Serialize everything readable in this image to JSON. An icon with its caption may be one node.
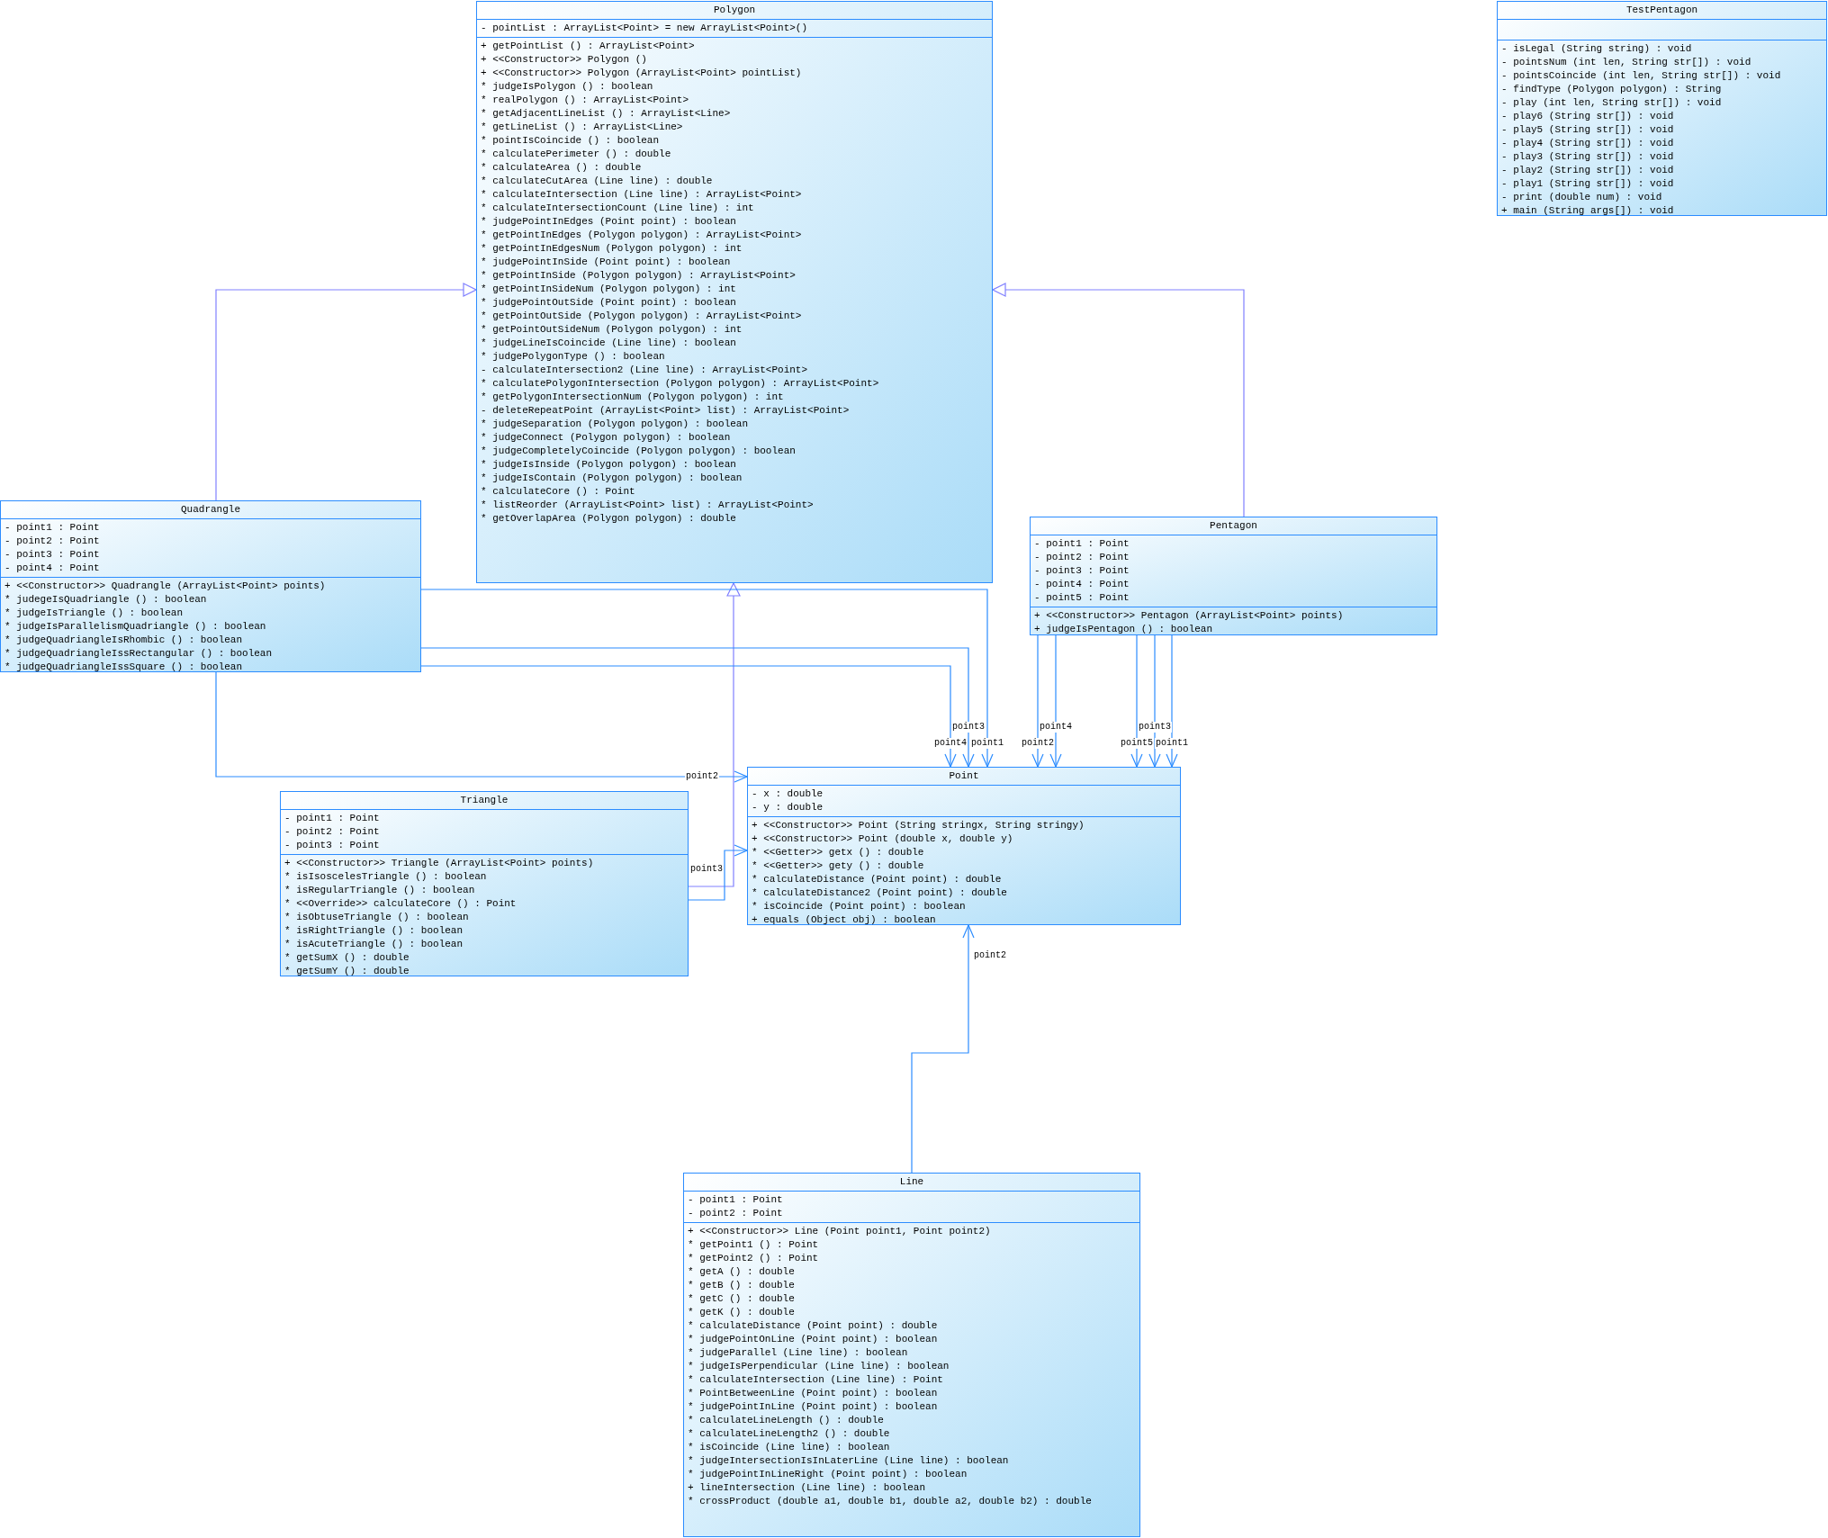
{
  "diagram": {
    "nodes": [
      {
        "text": [
          "Polygon"
        ]
      },
      {
        "text": [
          "- pointList : ArrayList<Point> = new ArrayList<Point>()"
        ],
        "in": 0
      },
      {
        "text": [
          "+ getPointList () : ArrayList<Point>",
          "+ <<Constructor>> Polygon ()",
          "+ <<Constructor>> Polygon (ArrayList<Point> pointList)",
          "* judgeIsPolygon () : boolean",
          "* realPolygon () : ArrayList<Point>",
          "* getAdjacentLineList () : ArrayList<Line>",
          "* getLineList () : ArrayList<Line>",
          "* pointIsCoincide () : boolean",
          "* calculatePerimeter () : double",
          "* calculateArea () : double",
          "* calculateCutArea (Line line) : double",
          "* calculateIntersection (Line line) : ArrayList<Point>",
          "* calculateIntersectionCount (Line line) : int",
          "* judgePointInEdges (Point point) : boolean",
          "* getPointInEdges (Polygon polygon) : ArrayList<Point>",
          "* getPointInEdgesNum (Polygon polygon) : int",
          "* judgePointInSide (Point point) : boolean",
          "* getPointInSide (Polygon polygon) : ArrayList<Point>",
          "* getPointInSideNum (Polygon polygon) : int",
          "* judgePointOutSide (Point point) : boolean",
          "* getPointOutSide (Polygon polygon) : ArrayList<Point>",
          "* getPointOutSideNum (Polygon polygon) : int",
          "* judgeLineIsCoincide (Line line) : boolean",
          "* judgePolygonType () : boolean",
          "- calculateIntersection2 (Line line) : ArrayList<Point>",
          "* calculatePolygonIntersection (Polygon polygon) : ArrayList<Point>",
          "* getPolygonIntersectionNum (Polygon polygon) : int",
          "- deleteRepeatPoint (ArrayList<Point> list) : ArrayList<Point>",
          "* judgeSeparation (Polygon polygon) : boolean",
          "* judgeConnect (Polygon polygon) : boolean",
          "* judgeCompletelyCoincide (Polygon polygon) : boolean",
          "* judgeIsInside (Polygon polygon) : boolean",
          "* judgeIsContain (Polygon polygon) : boolean",
          "* calculateCore () : Point",
          "* listReorder (ArrayList<Point> list) : ArrayList<Point>",
          "* getOverlapArea (Polygon polygon) : double"
        ],
        "in": 0
      },
      {
        "text": [
          "TestPentagon"
        ]
      },
      {
        "text": [],
        "shape": "box",
        "in": 3
      },
      {
        "text": [
          "- isLegal (String string) : void",
          "- pointsNum (int len, String str[]) : void",
          "- pointsCoincide (int len, String str[]) : void",
          "- findType (Polygon polygon) : String",
          "- play (int len, String str[]) : void",
          "- play6 (String str[]) : void",
          "- play5 (String str[]) : void",
          "- play4 (String str[]) : void",
          "- play3 (String str[]) : void",
          "- play2 (String str[]) : void",
          "- play1 (String str[]) : void",
          "- print (double num) : void",
          "+ main (String args[]) : void"
        ],
        "in": 3
      },
      {
        "text": [
          "Quadrangle"
        ]
      },
      {
        "text": [
          "- point1 : Point",
          "- point2 : Point",
          "- point3 : Point",
          "- point4 : Point"
        ],
        "in": 6
      },
      {
        "text": [
          "+ <<Constructor>> Quadrangle (ArrayList<Point> points)",
          "* judegeIsQuadriangle () : boolean",
          "* judgeIsTriangle () : boolean",
          "* judgeIsParallelismQuadriangle () : boolean",
          "* judgeQuadriangleIsRhombic () : boolean",
          "* judgeQuadriangleIssRectangular () : boolean",
          "* judgeQuadriangleIssSquare () : boolean"
        ],
        "in": 6
      },
      {
        "text": [
          "Pentagon"
        ]
      },
      {
        "text": [
          "- point1 : Point",
          "- point2 : Point",
          "- point3 : Point",
          "- point4 : Point",
          "- point5 : Point"
        ],
        "in": 9
      },
      {
        "text": [
          "+ <<Constructor>> Pentagon (ArrayList<Point> points)",
          "+ judgeIsPentagon () : boolean"
        ],
        "in": 9
      },
      {
        "text": [
          "Point"
        ]
      },
      {
        "text": [
          "- x : double",
          "- y : double"
        ],
        "in": 12
      },
      {
        "text": [
          "+ <<Constructor>> Point (String stringx, String stringy)",
          "+ <<Constructor>> Point (double x, double y)",
          "* <<Getter>> getx () : double",
          "* <<Getter>> gety () : double",
          "* calculateDistance (Point point) : double",
          "* calculateDistance2 (Point point) : double",
          "* isCoincide (Point point) : boolean",
          "+ equals (Object obj) : boolean"
        ],
        "in": 12
      },
      {
        "text": [
          "Triangle"
        ]
      },
      {
        "text": [
          "- point1 : Point",
          "- point2 : Point",
          "- point3 : Point"
        ],
        "in": 15
      },
      {
        "text": [
          "+ <<Constructor>> Triangle (ArrayList<Point> points)",
          "* isIsoscelesTriangle () : boolean",
          "* isRegularTriangle () : boolean",
          "* <<Override>> calculateCore () : Point",
          "* isObtuseTriangle () : boolean",
          "* isRightTriangle () : boolean",
          "* isAcuteTriangle () : boolean",
          "* getSumX () : double",
          "* getSumY () : double"
        ],
        "in": 15
      },
      {
        "text": [
          "Line"
        ]
      },
      {
        "text": [
          "- point1 : Point",
          "- point2 : Point"
        ],
        "in": 18
      },
      {
        "text": [
          "+ <<Constructor>> Line (Point point1, Point point2)",
          "* getPoint1 () : Point",
          "* getPoint2 () : Point",
          "* getA () : double",
          "* getB () : double",
          "* getC () : double",
          "* getK () : double",
          "* calculateDistance (Point point) : double",
          "* judgePointOnLine (Point point) : boolean",
          "* judgeParallel (Line line) : boolean",
          "* judgeIsPerpendicular (Line line) : boolean",
          "* calculateIntersection (Line line) : Point",
          "* PointBetweenLine (Point point) : boolean",
          "* judgePointInLine (Point point) : boolean",
          "* calculateLineLength () : double",
          "* calculateLineLength2 () : double",
          "* isCoincide (Line line) : boolean",
          "* judgeIntersectionIsInLaterLine (Line line) : boolean",
          "* judgePointInLineRight (Point point) : boolean",
          "+ lineIntersection (Line line) : boolean",
          "* crossProduct (double a1, double b1, double a2, double b2) : double"
        ],
        "in": 18
      }
    ],
    "edges": [
      {
        "from": 6,
        "to": 0,
        "arrow": "to",
        "color": "#8080ff"
      },
      {
        "from": 9,
        "to": 0,
        "arrow": "to",
        "color": "#8080ff"
      },
      {
        "from": 15,
        "to": 0,
        "arrow": "to",
        "color": "#8080ff"
      },
      {
        "from": 6,
        "to": 12,
        "arrow": "to",
        "label": "point1"
      },
      {
        "from": 6,
        "to": 12,
        "arrow": "to",
        "label": "point3"
      },
      {
        "from": 6,
        "to": 12,
        "arrow": "to",
        "label": "point4"
      },
      {
        "from": 6,
        "to": 12,
        "arrow": "to",
        "label": "point2"
      },
      {
        "from": 9,
        "to": 12,
        "arrow": "to",
        "label": "point2"
      },
      {
        "from": 9,
        "to": 12,
        "arrow": "to",
        "label": "point4"
      },
      {
        "from": 9,
        "to": 12,
        "arrow": "to",
        "label": "point5"
      },
      {
        "from": 9,
        "to": 12,
        "arrow": "to",
        "label": "point3"
      },
      {
        "from": 9,
        "to": 12,
        "arrow": "to",
        "label": "point1"
      },
      {
        "from": 15,
        "to": 12,
        "arrow": "to",
        "label": "point3"
      },
      {
        "from": 18,
        "to": 12,
        "arrow": "to",
        "label": "point2"
      }
    ]
  }
}
